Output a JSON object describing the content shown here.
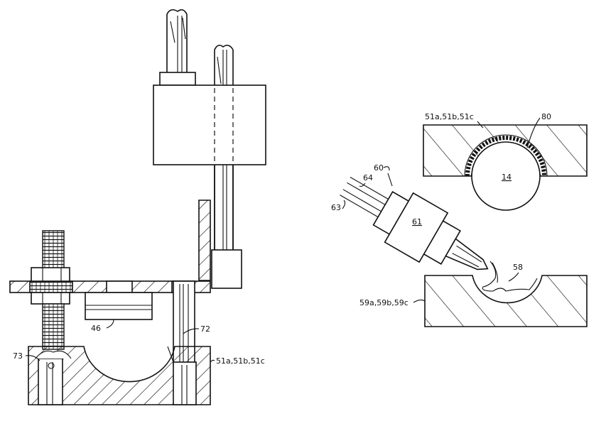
{
  "figure": {
    "left": {
      "labels": {
        "l46": "46",
        "l72": "72",
        "l73": "73",
        "l51": "51a,51b,51c"
      }
    },
    "right": {
      "labels": {
        "l51": "51a,51b,51c",
        "l80": "80",
        "l14": "14",
        "l60": "60",
        "l64": "64",
        "l63": "63",
        "l61": "61",
        "l58": "58",
        "l59": "59a,59b,59c"
      }
    }
  }
}
